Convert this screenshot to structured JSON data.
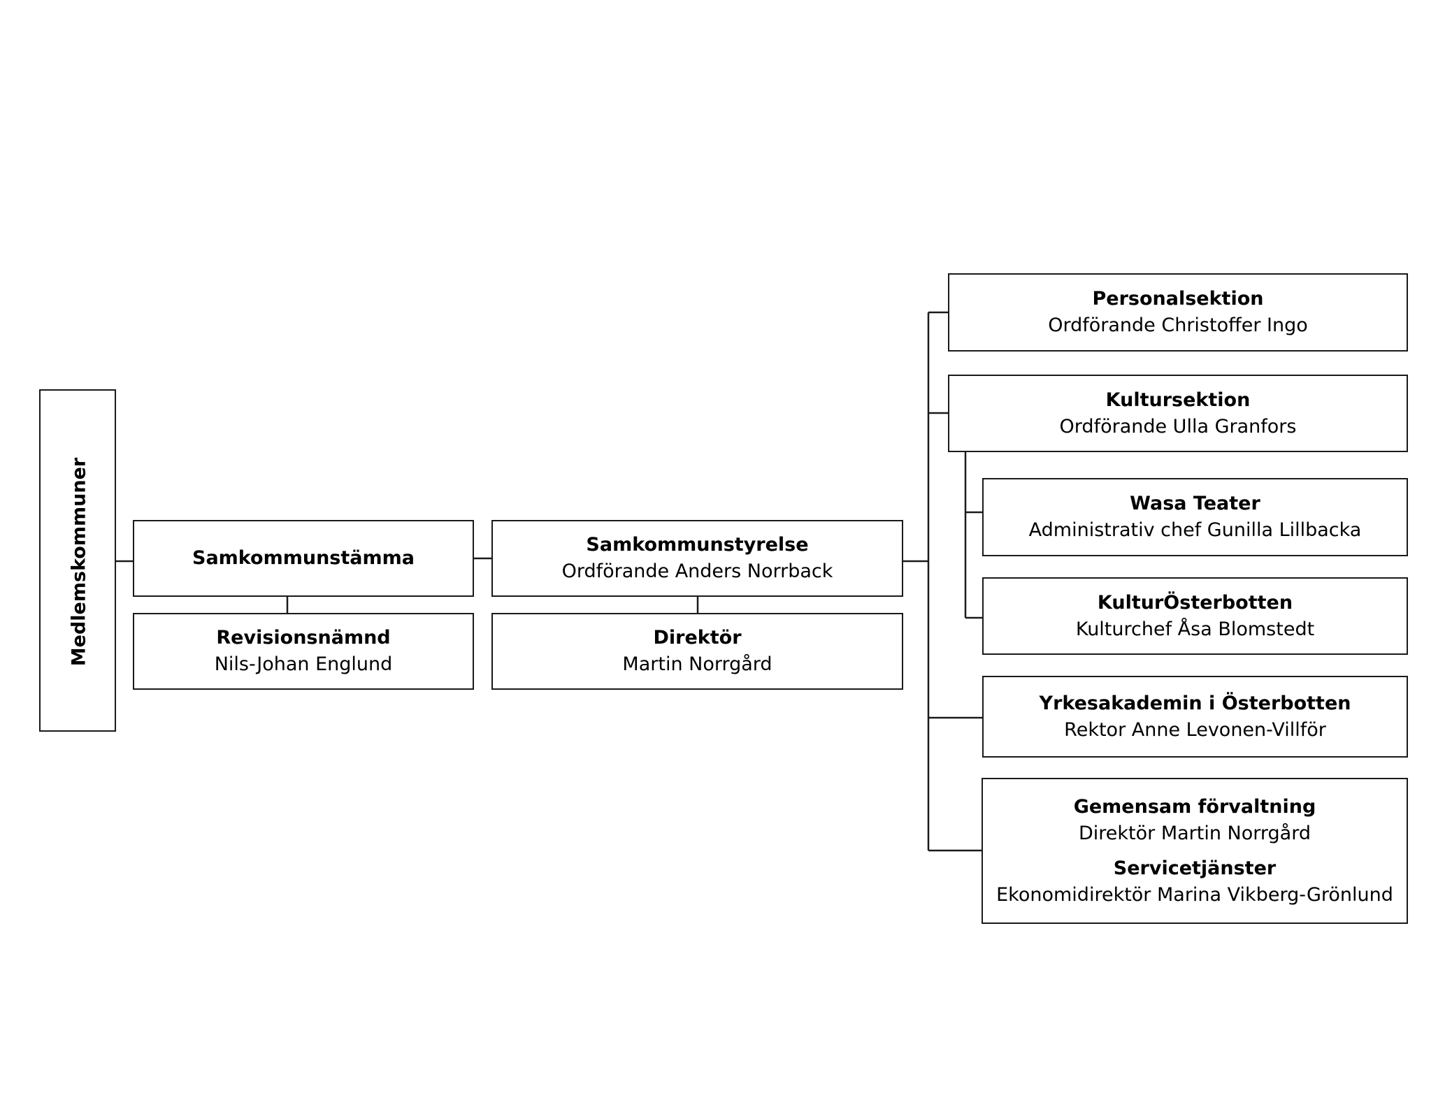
{
  "org_chart": {
    "root": {
      "title": "Medlemskommuner"
    },
    "assembly": {
      "title": "Samkommunstämma"
    },
    "audit": {
      "title": "Revisionsnämnd",
      "person": "Nils-Johan Englund"
    },
    "board": {
      "title": "Samkommunstyrelse",
      "person": "Ordförande Anders Norrback"
    },
    "director": {
      "title": "Direktör",
      "person": "Martin Norrgård"
    },
    "personnel_section": {
      "title": "Personalsektion",
      "person": "Ordförande Christoffer Ingo"
    },
    "culture_section": {
      "title": "Kultursektion",
      "person": "Ordförande Ulla Granfors"
    },
    "wasa_teater": {
      "title": "Wasa Teater",
      "person": "Administrativ chef Gunilla Lillbacka"
    },
    "kultur_osterbotten": {
      "title": "KulturÖsterbotten",
      "person": "Kulturchef Åsa Blomstedt"
    },
    "yrkesakademin": {
      "title": "Yrkesakademin i Österbotten",
      "person": "Rektor Anne Levonen-Villför"
    },
    "shared_admin": {
      "title": "Gemensam förvaltning",
      "person": "Direktör Martin Norrgård",
      "sub_title": "Servicetjänster",
      "sub_person": "Ekonomidirektör Marina Vikberg-Grönlund"
    }
  }
}
